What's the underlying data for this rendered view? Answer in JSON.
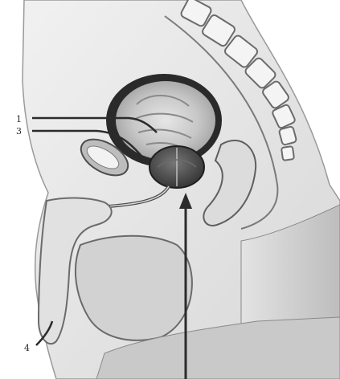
{
  "diagram": {
    "callouts": {
      "c1": "1",
      "c3": "3",
      "c4": "4"
    },
    "colors": {
      "paper": "#ffffff",
      "tissue_light": "#e9e9e9",
      "tissue_mid": "#cfcfcf",
      "tissue_dark": "#8f8f8f",
      "ink": "#2b2b2b",
      "organ_dark": "#1f1f1f"
    }
  }
}
